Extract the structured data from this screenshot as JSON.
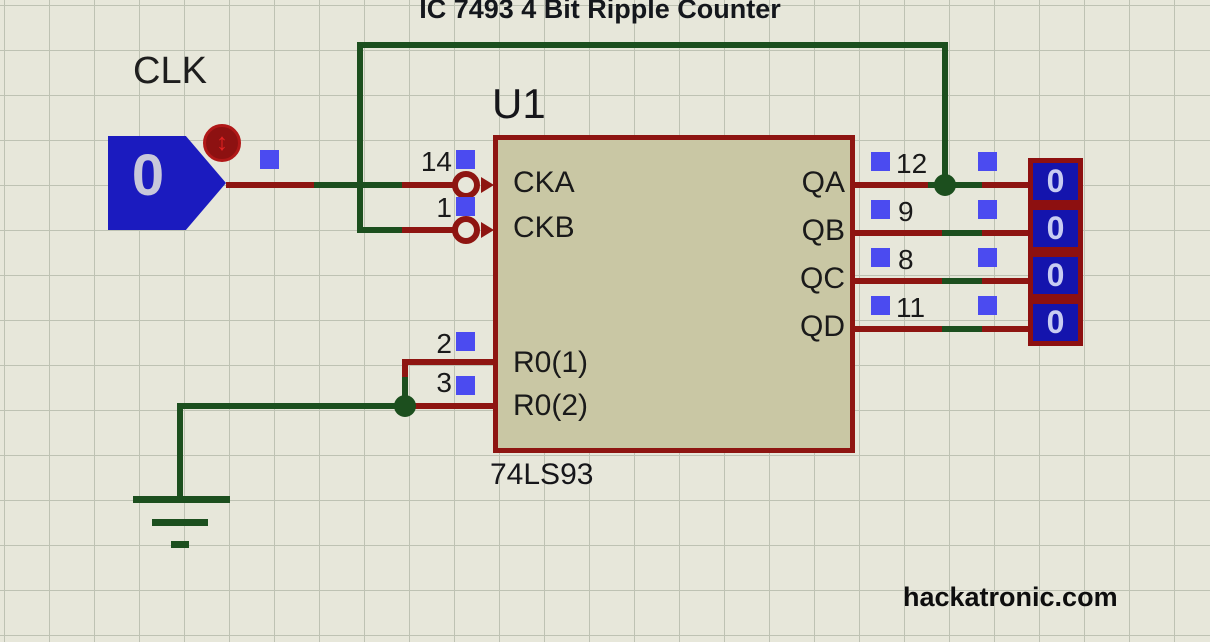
{
  "title": "IC 7493 4 Bit Ripple Counter",
  "watermark": "hackatronic.com",
  "clock": {
    "label": "CLK",
    "state": "0",
    "toggle_icon": "updown-arrows"
  },
  "chip": {
    "designator": "U1",
    "part": "74LS93",
    "left_pins": [
      {
        "number": "14",
        "name": "CKA"
      },
      {
        "number": "1",
        "name": "CKB"
      },
      {
        "number": "2",
        "name": "R0(1)"
      },
      {
        "number": "3",
        "name": "R0(2)"
      }
    ],
    "right_pins": [
      {
        "number": "12",
        "name": "QA"
      },
      {
        "number": "9",
        "name": "QB"
      },
      {
        "number": "8",
        "name": "QC"
      },
      {
        "number": "11",
        "name": "QD"
      }
    ]
  },
  "probes": [
    {
      "value": "0"
    },
    {
      "value": "0"
    },
    {
      "value": "0"
    },
    {
      "value": "0"
    }
  ],
  "colors": {
    "background": "#e7e7da",
    "grid_line": "#bec2b3",
    "wire_green": "#1c4f1e",
    "pin_red": "#8e1511",
    "chip_fill": "#c9c7a4",
    "chip_border": "#8e1511",
    "handle_blue": "#4b4bf0",
    "probe_blue": "#1414ad",
    "probe_digit": "#c8ccf2",
    "clock_blue": "#1b1bbf",
    "toggle_red": "#e32222",
    "text_black": "#16161a"
  }
}
